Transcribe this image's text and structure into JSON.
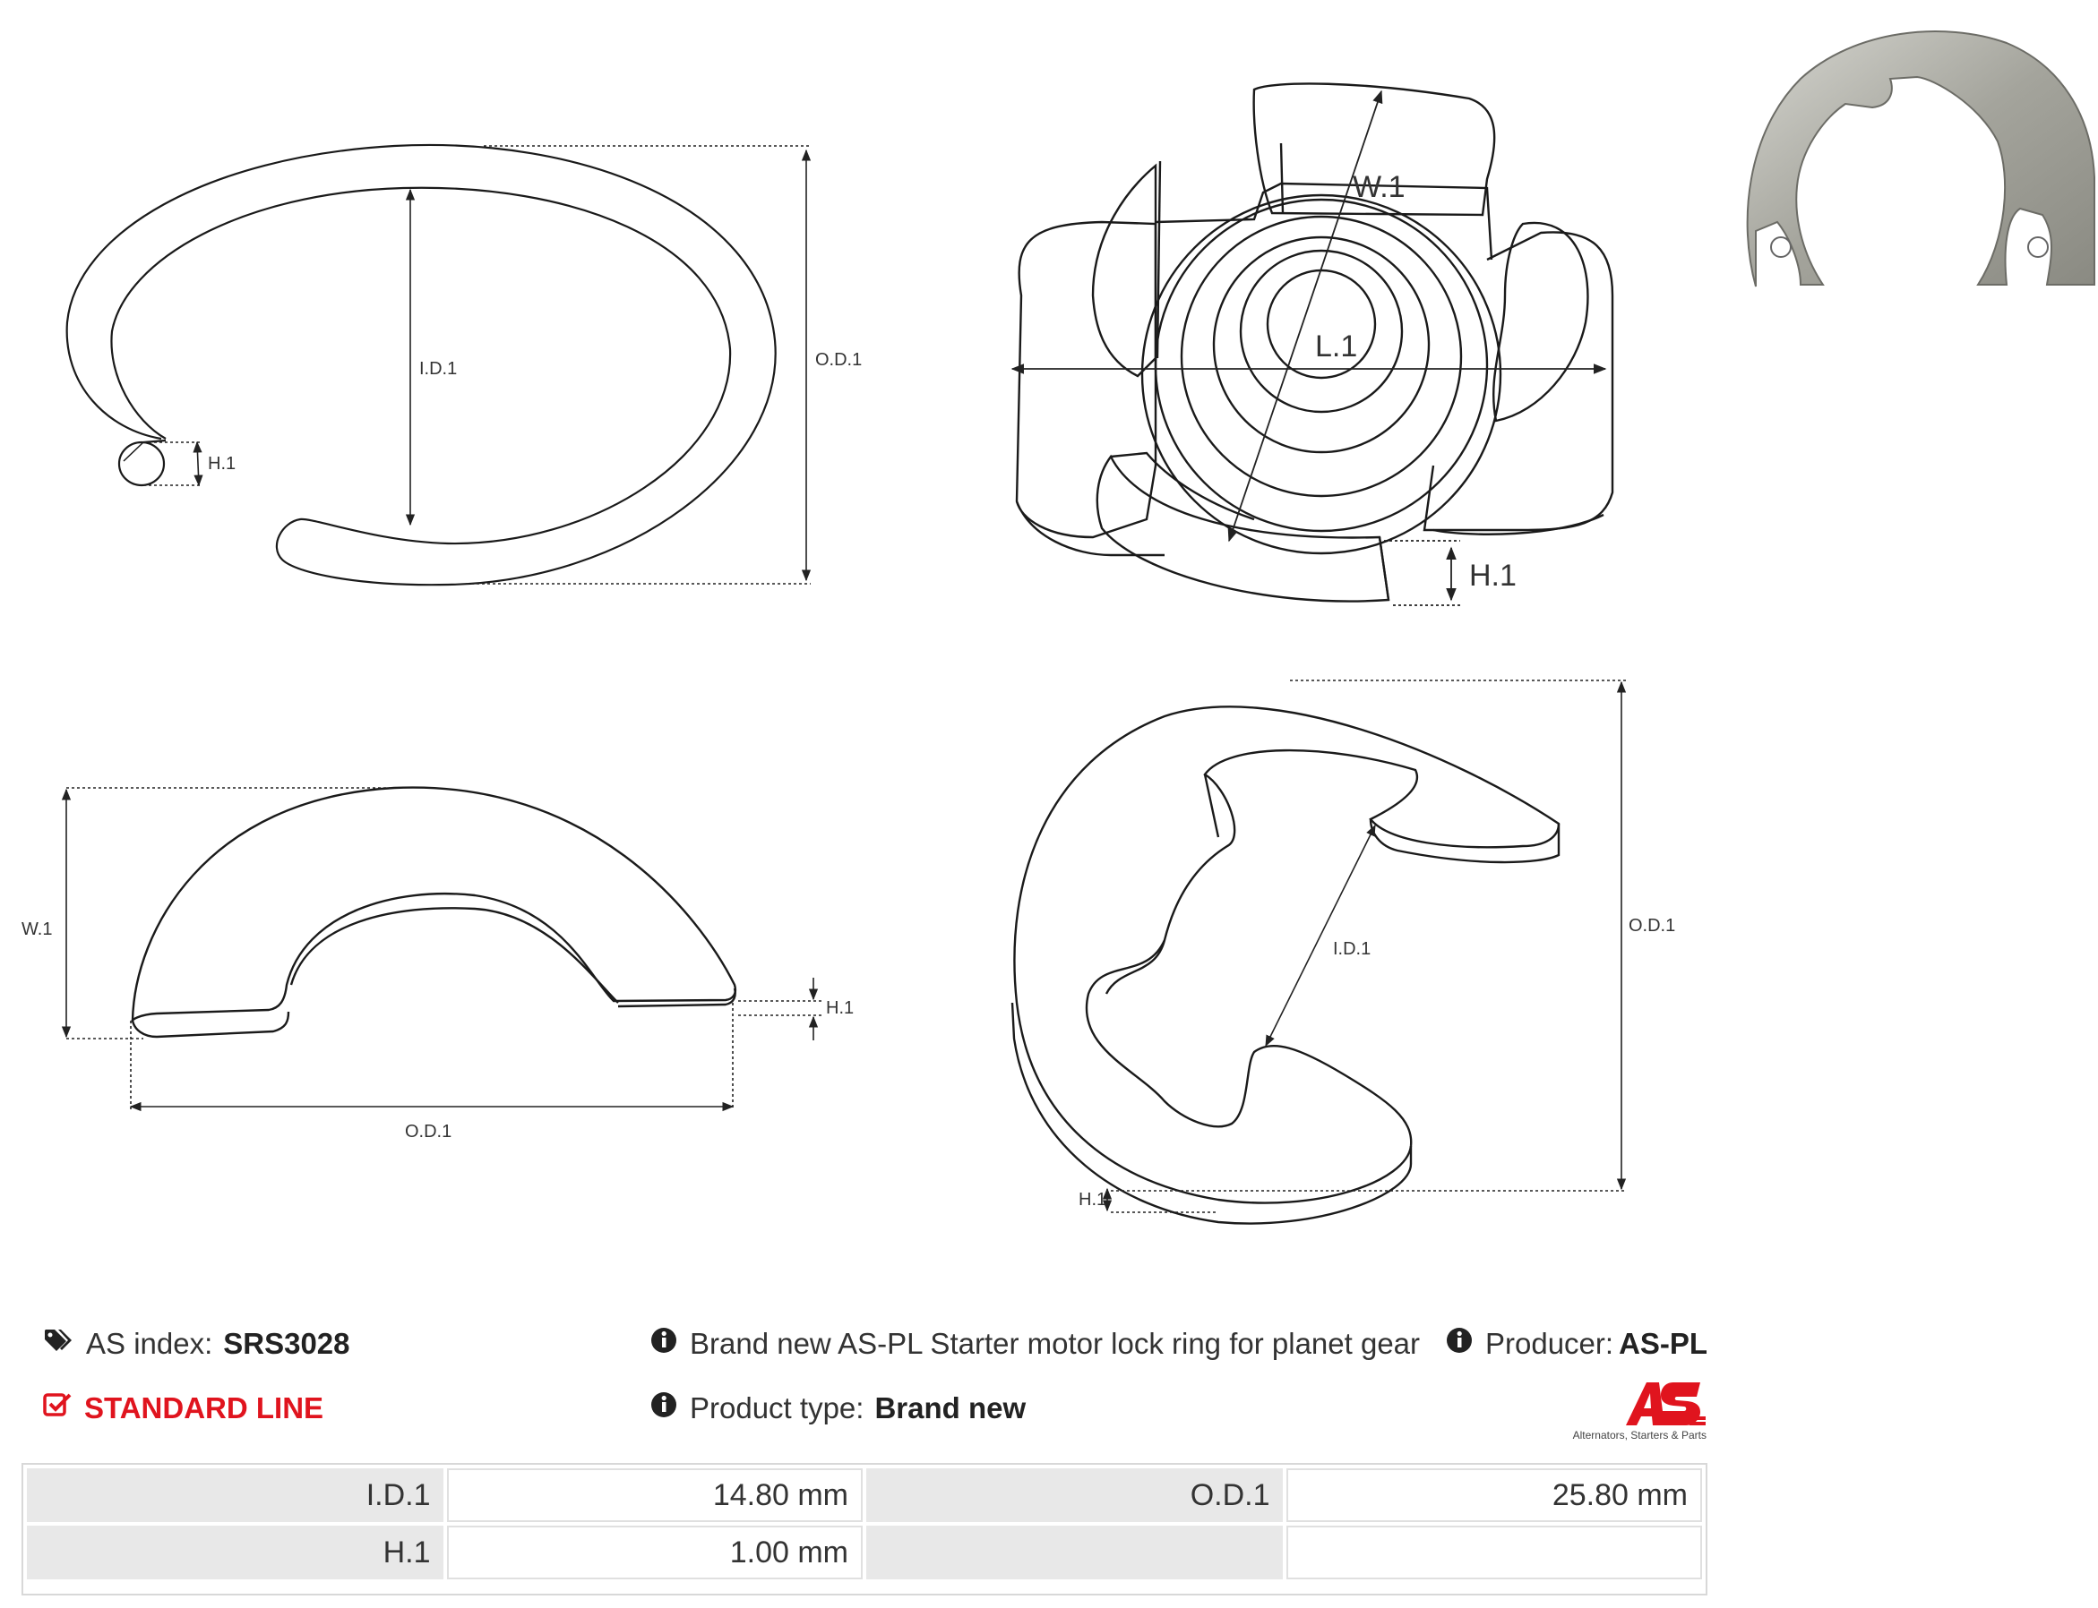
{
  "drawings": {
    "top_left": {
      "id_label": "I.D.1",
      "od_label": "O.D.1",
      "h_label": "H.1"
    },
    "top_right": {
      "w_label": "W.1",
      "l_label": "L.1",
      "h_label": "H.1"
    },
    "bottom_left": {
      "w_label": "W.1",
      "h_label": "H.1",
      "od_label": "O.D.1"
    },
    "bottom_right": {
      "id_label": "I.D.1",
      "od_label": "O.D.1",
      "h_label": "H.1"
    }
  },
  "photo": {
    "alt": "lock ring product photo"
  },
  "info": {
    "as_index_label": "AS index:",
    "as_index_value": "SRS3028",
    "line": "STANDARD LINE",
    "description": "Brand new AS-PL Starter motor lock ring for planet gear",
    "producer_label": "Producer:",
    "producer_value": "AS-PL",
    "product_type_label": "Product type:",
    "product_type_value": "Brand new"
  },
  "logo": {
    "text": "AS",
    "tagline": "Alternators, Starters & Parts"
  },
  "specs": [
    [
      {
        "k": "I.D.1",
        "v": "14.80 mm"
      },
      {
        "k": "O.D.1",
        "v": "25.80 mm"
      }
    ],
    [
      {
        "k": "H.1",
        "v": "1.00 mm"
      },
      {
        "k": "",
        "v": ""
      }
    ]
  ],
  "colors": {
    "accent_red": "#e0141e",
    "table_key_bg": "#e8e8e8",
    "line": "#1a1a1a"
  },
  "icons": [
    "tags-icon",
    "check-square-icon",
    "info-circle-icon"
  ]
}
